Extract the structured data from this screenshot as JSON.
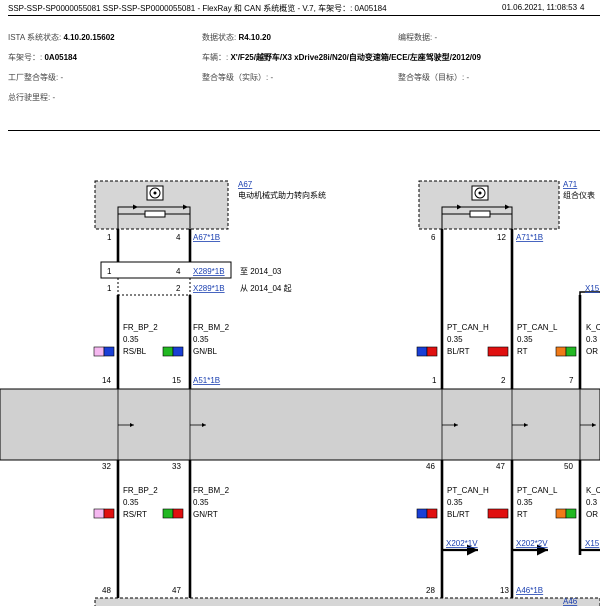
{
  "header": {
    "title": "SSP-SSP-SP0000055081 SSP-SSP-SP0000055081 - FlexRay 和 CAN 系统概览 - V.7, 车架号：: 0A05184",
    "datetime": "01.06.2021, 11:08:53",
    "page": "4"
  },
  "info": {
    "ista_label": "ISTA 系统状态:",
    "ista_value": "4.10.20.15602",
    "data_label": "数据状态:",
    "data_value": "R4.10.20",
    "prog_label": "编程数据: -",
    "vin_label": "车架号：:",
    "vin_value": "0A05184",
    "vehicle_label": "车辆：:",
    "vehicle_value": "X'/F25/越野车/X3 xDrive28i/N20/自动变速箱/ECE/左座驾驶型/2012/09",
    "factory_label": "工厂整合等级: -",
    "actual_label": "整合等级（实际）: -",
    "target_label": "整合等级（目标）: -",
    "mileage_label": "总行驶里程: -"
  },
  "diagram": {
    "a67": {
      "id": "A67",
      "name": "电动机械式助力转向系统",
      "pin_left": "1",
      "pin_right": "4",
      "conn": "A67*1B"
    },
    "a71": {
      "id": "A71",
      "name": "组合仪表",
      "pin_left": "6",
      "pin_right": "12",
      "conn": "A71*1B"
    },
    "x289_a": {
      "pin_left": "1",
      "pin_right": "4",
      "conn": "X289*1B",
      "note": "至 2014_03"
    },
    "x289_b": {
      "pin_left": "1",
      "pin_right": "2",
      "conn": "X289*1B",
      "note": "从 2014_04 起"
    },
    "wires_top": [
      {
        "name": "FR_BP_2",
        "size": "0.35",
        "color": "RS/BL"
      },
      {
        "name": "FR_BM_2",
        "size": "0.35",
        "color": "GN/BL"
      },
      {
        "name": "PT_CAN_H",
        "size": "0.35",
        "color": "BL/RT"
      },
      {
        "name": "PT_CAN_L",
        "size": "0.35",
        "color": "RT"
      },
      {
        "name": "K_C",
        "size": "0.3",
        "color": "OR"
      }
    ],
    "a51": {
      "pin_left": "14",
      "pin_right": "15",
      "conn": "A51*1B"
    },
    "mid_pins_top": [
      "1",
      "2",
      "7"
    ],
    "mid_pins_bottom": [
      "32",
      "33",
      "46",
      "47",
      "50"
    ],
    "wires_bottom": [
      {
        "name": "FR_BP_2",
        "size": "0.35",
        "color": "RS/RT"
      },
      {
        "name": "FR_BM_2",
        "size": "0.35",
        "color": "GN/RT"
      },
      {
        "name": "PT_CAN_H",
        "size": "0.35",
        "color": "BL/RT"
      },
      {
        "name": "PT_CAN_L",
        "size": "0.35",
        "color": "RT"
      },
      {
        "name": "K_C",
        "size": "0.3",
        "color": "OR"
      }
    ],
    "x202_1": "X202*1V",
    "x202_2": "X202*2V",
    "x15_top": "X15",
    "x15_bottom": "X15",
    "bottom_pins": [
      "48",
      "47",
      "28",
      "13"
    ],
    "a46": {
      "id": "A46",
      "conn": "A46*1B"
    },
    "colors": {
      "box_fill": "#d6d6d6",
      "band_fill": "#d0d0d0",
      "link": "#1a3fb0"
    }
  }
}
